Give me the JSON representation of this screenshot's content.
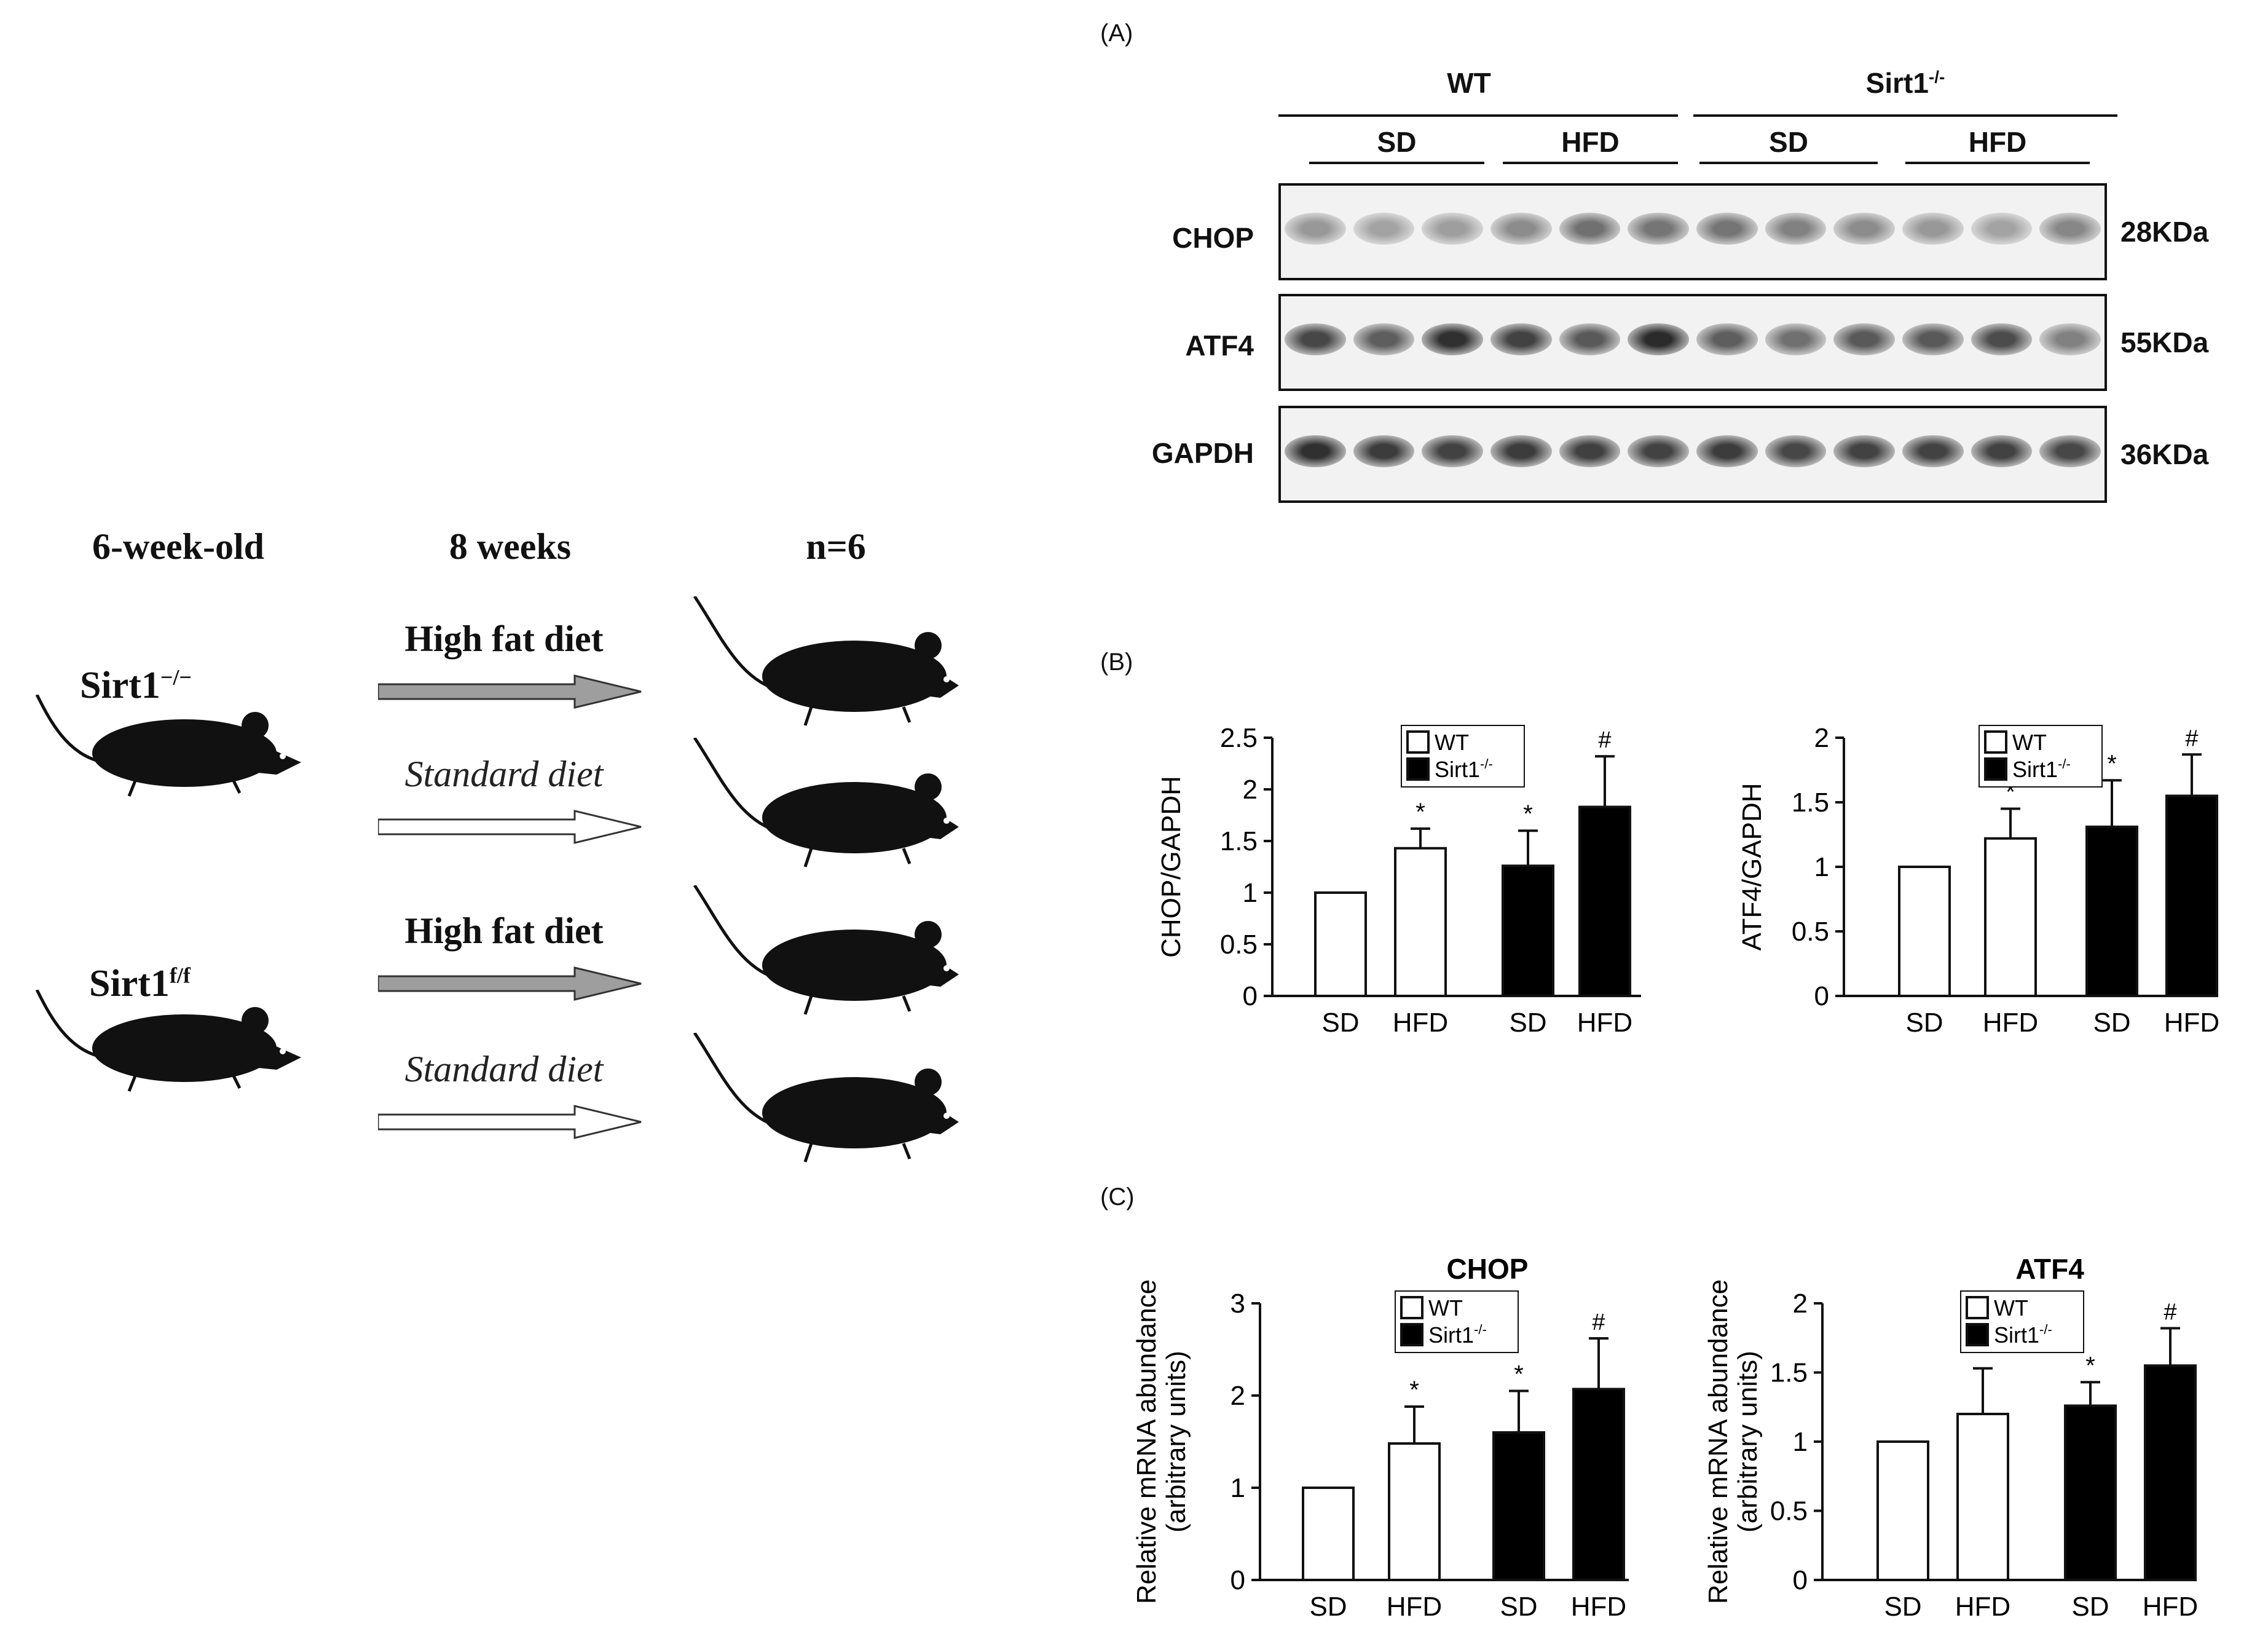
{
  "colors": {
    "ink": "#111111",
    "arrow_gray": "#9e9e9e",
    "bar_black": "#000000",
    "bar_white": "#ffffff"
  },
  "design": {
    "age": "6-week-old",
    "duration": "8 weeks",
    "n": "n=6",
    "strains": [
      {
        "name": "Sirt1",
        "superscript": "−/−"
      },
      {
        "name": "Sirt1",
        "superscript": "f/f"
      }
    ],
    "diets": [
      "High fat diet",
      "Standard diet",
      "High fat diet",
      "Standard diet"
    ],
    "icon_mouse": "mouse-icon"
  },
  "panel_a": {
    "tag": "(A)",
    "groups": [
      {
        "name": "WT",
        "superscript": ""
      },
      {
        "name": "Sirt1",
        "superscript": "-/-"
      }
    ],
    "subgroups": [
      "SD",
      "HFD",
      "SD",
      "HFD"
    ],
    "blots": [
      {
        "protein": "CHOP",
        "size": "28KDa",
        "intensity": [
          0.45,
          0.4,
          0.42,
          0.5,
          0.62,
          0.6,
          0.6,
          0.55,
          0.5,
          0.45,
          0.4,
          0.52
        ]
      },
      {
        "protein": "ATF4",
        "size": "55KDa",
        "intensity": [
          0.8,
          0.7,
          0.9,
          0.82,
          0.72,
          0.92,
          0.7,
          0.62,
          0.72,
          0.72,
          0.78,
          0.55
        ]
      },
      {
        "protein": "GAPDH",
        "size": "36KDa",
        "intensity": [
          0.9,
          0.85,
          0.82,
          0.85,
          0.83,
          0.82,
          0.85,
          0.8,
          0.82,
          0.82,
          0.82,
          0.8
        ]
      }
    ]
  },
  "panel_b": {
    "tag": "(B)"
  },
  "panel_c": {
    "tag": "(C)"
  },
  "chart_data": [
    {
      "type": "bar",
      "panel": "B",
      "title": "",
      "ylabel": "CHOP/GAPDH",
      "xlabel": "",
      "ylim": [
        0,
        2.5
      ],
      "yticks": [
        "0",
        "0.5",
        "1",
        "1.5",
        "2",
        "2.5"
      ],
      "categories": [
        "SD",
        "HFD",
        "SD",
        "HFD"
      ],
      "values": [
        1.0,
        1.43,
        1.26,
        1.83
      ],
      "errors": [
        0,
        0.19,
        0.34,
        0.49
      ],
      "fills": [
        "white",
        "white",
        "black",
        "black"
      ],
      "annotations": [
        "",
        "*",
        "*",
        "#"
      ],
      "legend": [
        {
          "name": "WT",
          "superscript": ""
        },
        {
          "name": "Sirt1",
          "superscript": "-/-"
        }
      ]
    },
    {
      "type": "bar",
      "panel": "B",
      "title": "",
      "ylabel": "ATF4/GAPDH",
      "xlabel": "",
      "ylim": [
        0,
        2
      ],
      "yticks": [
        "0",
        "0.5",
        "1",
        "1.5",
        "2"
      ],
      "categories": [
        "SD",
        "HFD",
        "SD",
        "HFD"
      ],
      "values": [
        1.0,
        1.22,
        1.31,
        1.55
      ],
      "errors": [
        0,
        0.23,
        0.36,
        0.32
      ],
      "fills": [
        "white",
        "white",
        "black",
        "black"
      ],
      "annotations": [
        "",
        "*",
        "*",
        "#"
      ],
      "legend": [
        {
          "name": "WT",
          "superscript": ""
        },
        {
          "name": "Sirt1",
          "superscript": "-/-"
        }
      ]
    },
    {
      "type": "bar",
      "panel": "C",
      "title": "CHOP",
      "ylabel": "Relative mRNA abundance (arbitrary units)",
      "xlabel": "",
      "ylim": [
        0,
        3
      ],
      "yticks": [
        "0",
        "1",
        "2",
        "3"
      ],
      "categories": [
        "SD",
        "HFD",
        "SD",
        "HFD"
      ],
      "values": [
        1.0,
        1.48,
        1.6,
        2.07
      ],
      "errors": [
        0,
        0.4,
        0.45,
        0.55
      ],
      "fills": [
        "white",
        "white",
        "black",
        "black"
      ],
      "annotations": [
        "",
        "*",
        "*",
        "#"
      ],
      "legend": [
        {
          "name": "WT",
          "superscript": ""
        },
        {
          "name": "Sirt1",
          "superscript": "-/-"
        }
      ]
    },
    {
      "type": "bar",
      "panel": "C",
      "title": "ATF4",
      "ylabel": "Relative mRNA abundance (arbitrary units)",
      "xlabel": "",
      "ylim": [
        0,
        2
      ],
      "yticks": [
        "0",
        "0.5",
        "1",
        "1.5",
        "2"
      ],
      "categories": [
        "SD",
        "HFD",
        "SD",
        "HFD"
      ],
      "values": [
        1.0,
        1.2,
        1.26,
        1.55
      ],
      "errors": [
        0,
        0.33,
        0.17,
        0.27
      ],
      "fills": [
        "white",
        "white",
        "black",
        "black"
      ],
      "annotations": [
        "",
        "",
        "*",
        "#"
      ],
      "legend": [
        {
          "name": "WT",
          "superscript": ""
        },
        {
          "name": "Sirt1",
          "superscript": "-/-"
        }
      ]
    }
  ]
}
